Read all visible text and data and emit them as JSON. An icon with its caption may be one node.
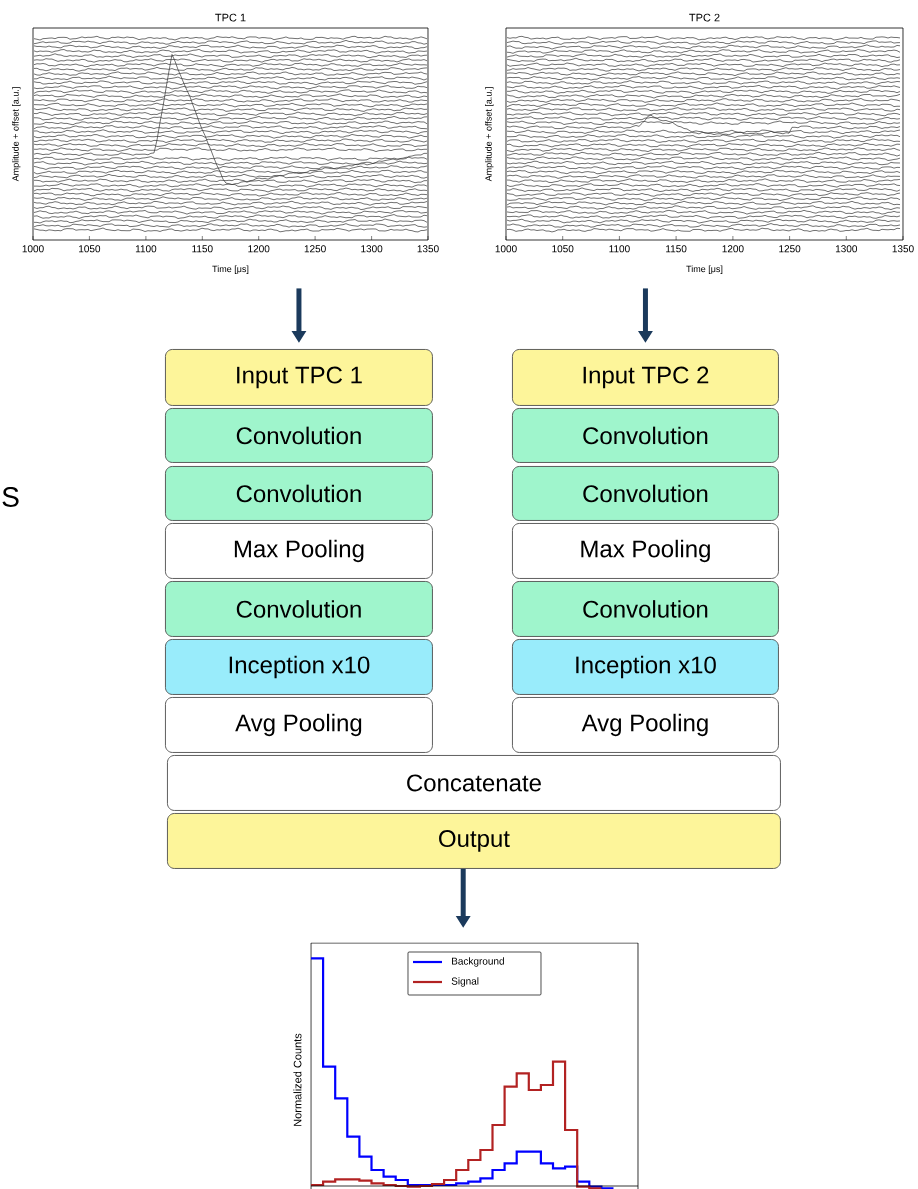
{
  "diagram": {
    "nodes": [
      {
        "text": [
          "TPC 1"
        ],
        "beside": [
          "Amplitude + offset [a.u.]",
          "Time [μs]",
          "1000",
          "1050",
          "1100",
          "1150",
          "1200",
          "1250",
          "1300",
          "1350"
        ]
      },
      {
        "text": [
          "TPC 2"
        ],
        "beside": [
          "Amplitude + offset [a.u.]",
          "Time [μs]",
          "1000",
          "1050",
          "1100",
          "1150",
          "1200",
          "1250",
          "1300",
          "1350"
        ]
      },
      {
        "text": [
          "Input TPC 1"
        ]
      },
      {
        "text": [
          "Convolution"
        ]
      },
      {
        "text": [
          "Convolution"
        ]
      },
      {
        "text": [
          "Max Pooling"
        ]
      },
      {
        "text": [
          "Convolution"
        ]
      },
      {
        "text": [
          "Inception x10"
        ]
      },
      {
        "text": [
          "Avg Pooling"
        ]
      },
      {
        "text": [
          "Input TPC 2"
        ]
      },
      {
        "text": [
          "Convolution"
        ]
      },
      {
        "text": [
          "Convolution"
        ]
      },
      {
        "text": [
          "Max Pooling"
        ]
      },
      {
        "text": [
          "Convolution"
        ]
      },
      {
        "text": [
          "Inception x10"
        ]
      },
      {
        "text": [
          "Avg Pooling"
        ]
      },
      {
        "text": [
          "Concatenate"
        ]
      },
      {
        "text": [
          "Output"
        ]
      },
      {
        "text": [
          "Normalized Counts"
        ]
      }
    ],
    "edges": [
      {
        "from": 0,
        "to": 2,
        "arrow": "to"
      },
      {
        "from": 1,
        "to": 9,
        "arrow": "to"
      },
      {
        "from": 17,
        "to": 18,
        "arrow": "to"
      }
    ],
    "labels": [
      "S"
    ],
    "legend": [
      {
        "text": "Background"
      },
      {
        "text": "Signal"
      }
    ]
  }
}
